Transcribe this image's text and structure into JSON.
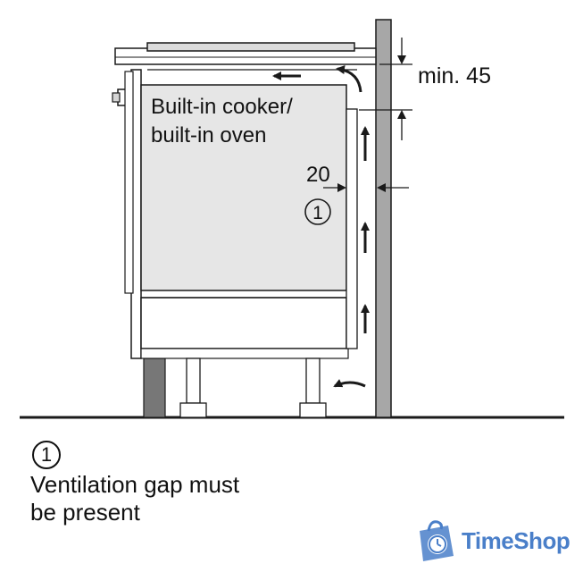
{
  "diagram": {
    "appliance_label_line1": "Built-in cooker/",
    "appliance_label_line2": "built-in oven",
    "marker_number": "1",
    "dim_min": "min. 45",
    "dim_gap": "20"
  },
  "legend": {
    "marker_number": "1",
    "text_line1": "Ventilation gap must",
    "text_line2": "be present"
  },
  "watermark": {
    "brand": "TimeShop",
    "icon": "clock-bag-icon",
    "color": "#4a7fc9"
  },
  "colors": {
    "line": "#1a1a1a",
    "appliance_fill": "#e6e6e6",
    "wall_fill": "#a7a7a7",
    "dark_panel": "#777777"
  }
}
